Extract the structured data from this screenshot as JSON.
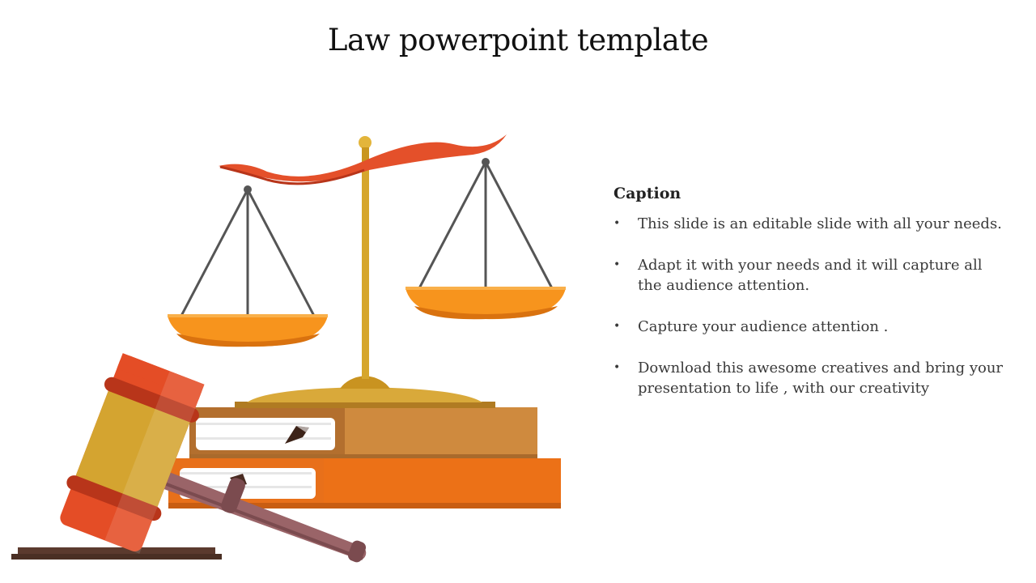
{
  "slide": {
    "title": "Law powerpoint template"
  },
  "caption": {
    "heading": "Caption",
    "bullets": [
      "This slide is an editable slide with all your needs.",
      "Adapt it with your needs and it will capture all the audience attention.",
      "Capture your audience attention .",
      "Download this awesome creatives and bring your presentation to life , with our creativity"
    ],
    "bullet_symbol": "•"
  },
  "illustration": {
    "subject": "scales of justice on stacked books with gavel",
    "colors": {
      "banner": "#e4502a",
      "pole": "#d6a62c",
      "pan": "#f7941d",
      "pan_shadow": "#d9720f",
      "book_top": "#cf8a3e",
      "book_bottom": "#ec7117",
      "gavel_head": "#e44d26",
      "gavel_band": "#d4a430",
      "gavel_handle": "#9a6468",
      "base": "#5b3a2e"
    }
  }
}
